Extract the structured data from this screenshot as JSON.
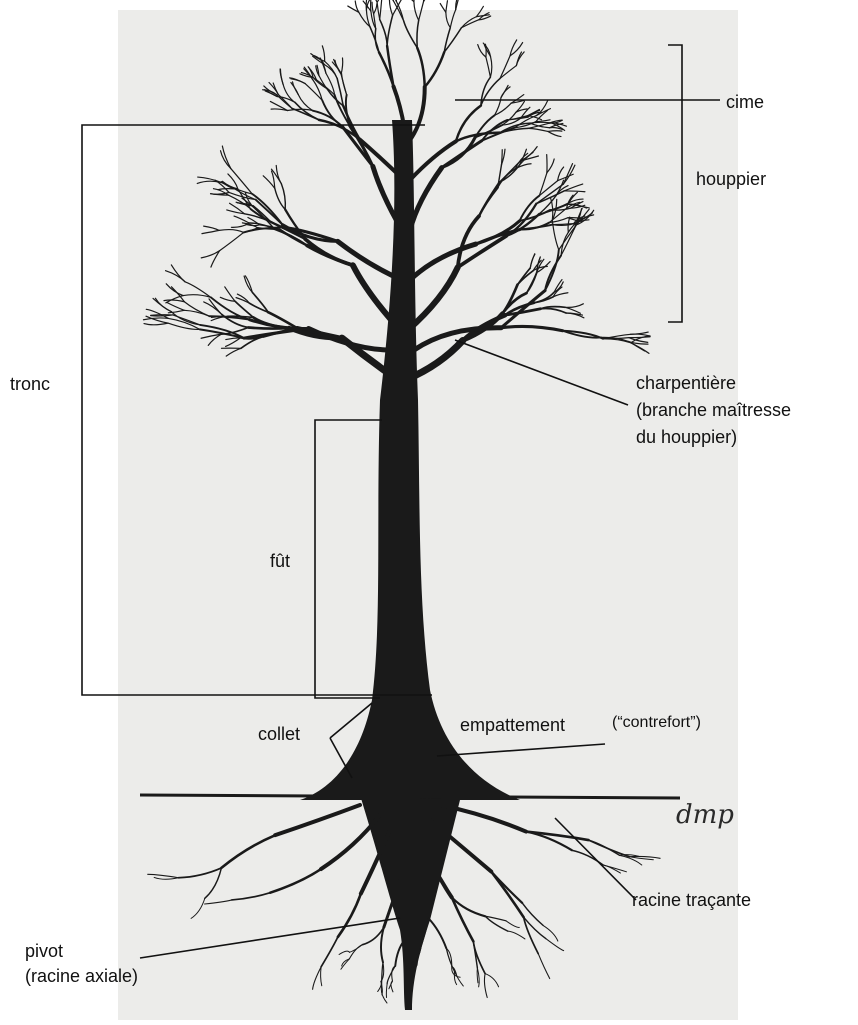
{
  "labels": {
    "cime": "cime",
    "houppier": "houppier",
    "tronc": "tronc",
    "charpentiere_1": "charpentière",
    "charpentiere_2": "(branche maîtresse",
    "charpentiere_3": "du houppier)",
    "fut": "fût",
    "collet": "collet",
    "empattement": "empattement",
    "contrefort": "(“contrefort”)",
    "racine_tracante": "racine traçante",
    "pivot_1": "pivot",
    "pivot_2": "(racine axiale)"
  },
  "signature": "dmp",
  "colors": {
    "ink": "#111111",
    "paper": "#ececea",
    "tree": "#1a1a1a"
  }
}
